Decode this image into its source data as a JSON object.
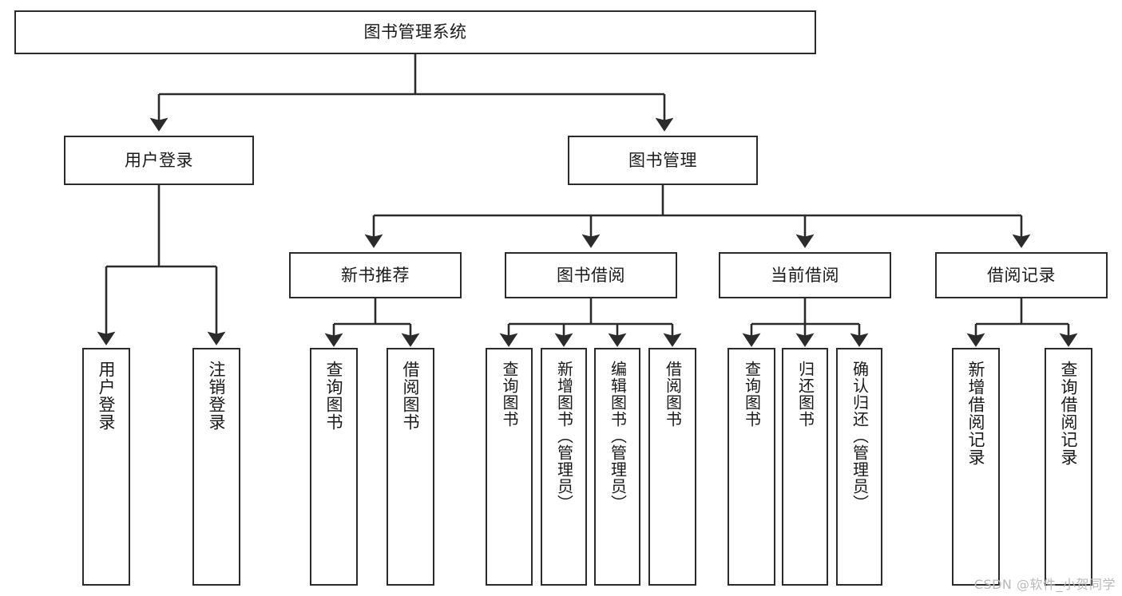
{
  "diagram": {
    "title": "图书管理系统",
    "watermark": "CSDN @软件_小贺同学",
    "line_color": "#2b2b2b",
    "box_fill": "#ffffff",
    "text_color": "#1a1a1a",
    "watermark_color": "#b9b9b9"
  },
  "nodes": {
    "root": {
      "label": "图书管理系统"
    },
    "level2": [
      {
        "label": "用户登录"
      },
      {
        "label": "图书管理"
      }
    ],
    "level3": [
      {
        "label": "新书推荐"
      },
      {
        "label": "图书借阅"
      },
      {
        "label": "当前借阅"
      },
      {
        "label": "借阅记录"
      }
    ],
    "leaves_user_login": [
      {
        "label": "用户登录"
      },
      {
        "label": "注销登录"
      }
    ],
    "leaves_new_book": [
      {
        "label": "查询图书"
      },
      {
        "label": "借阅图书"
      }
    ],
    "leaves_borrow": [
      {
        "label": "查询图书"
      },
      {
        "label": "新增图书（管理员）"
      },
      {
        "label": "编辑图书（管理员）"
      },
      {
        "label": "借阅图书"
      }
    ],
    "leaves_current": [
      {
        "label": "查询图书"
      },
      {
        "label": "归还图书"
      },
      {
        "label": "确认归还（管理员）"
      }
    ],
    "leaves_record": [
      {
        "label": "新增借阅记录"
      },
      {
        "label": "查询借阅记录"
      }
    ]
  }
}
